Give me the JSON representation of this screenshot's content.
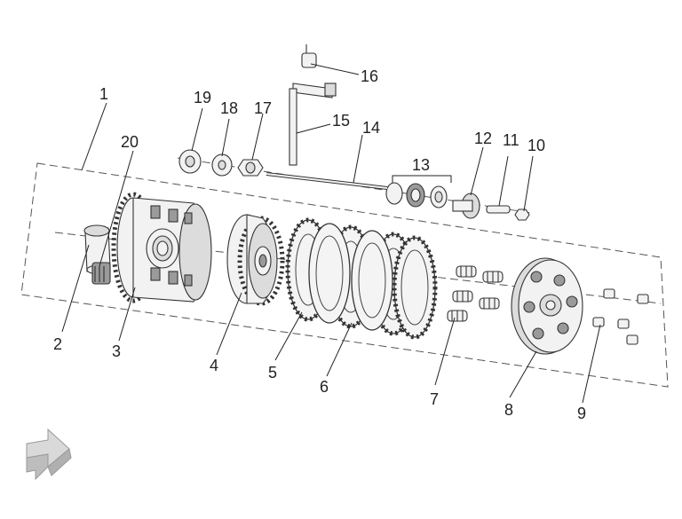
{
  "diagram": {
    "callouts": [
      {
        "id": "1",
        "label": "1"
      },
      {
        "id": "2",
        "label": "2"
      },
      {
        "id": "3",
        "label": "3"
      },
      {
        "id": "4",
        "label": "4"
      },
      {
        "id": "5",
        "label": "5"
      },
      {
        "id": "6",
        "label": "6"
      },
      {
        "id": "7",
        "label": "7"
      },
      {
        "id": "8",
        "label": "8"
      },
      {
        "id": "9",
        "label": "9"
      },
      {
        "id": "10",
        "label": "10"
      },
      {
        "id": "11",
        "label": "11"
      },
      {
        "id": "12",
        "label": "12"
      },
      {
        "id": "13",
        "label": "13"
      },
      {
        "id": "14",
        "label": "14"
      },
      {
        "id": "15",
        "label": "15"
      },
      {
        "id": "16",
        "label": "16"
      },
      {
        "id": "17",
        "label": "17"
      },
      {
        "id": "18",
        "label": "18"
      },
      {
        "id": "19",
        "label": "19"
      },
      {
        "id": "20",
        "label": "20"
      }
    ],
    "parts": [
      {
        "id": "1",
        "icon": "assembly-boundary-icon"
      },
      {
        "id": "2",
        "icon": "bushing-icon"
      },
      {
        "id": "3",
        "icon": "clutch-basket-icon"
      },
      {
        "id": "4",
        "icon": "clutch-hub-icon"
      },
      {
        "id": "5",
        "icon": "friction-plate-icon"
      },
      {
        "id": "6",
        "icon": "steel-plate-icon"
      },
      {
        "id": "7",
        "icon": "clutch-spring-icon"
      },
      {
        "id": "8",
        "icon": "pressure-plate-icon"
      },
      {
        "id": "9",
        "icon": "bolt-icon"
      },
      {
        "id": "10",
        "icon": "nut-icon"
      },
      {
        "id": "11",
        "icon": "adjuster-screw-icon"
      },
      {
        "id": "12",
        "icon": "pushrod-cup-icon"
      },
      {
        "id": "13",
        "icon": "thrust-bearing-icon"
      },
      {
        "id": "14",
        "icon": "pushrod-icon"
      },
      {
        "id": "15",
        "icon": "release-shaft-icon"
      },
      {
        "id": "16",
        "icon": "return-spring-icon"
      },
      {
        "id": "17",
        "icon": "hub-nut-icon"
      },
      {
        "id": "18",
        "icon": "lock-washer-icon"
      },
      {
        "id": "19",
        "icon": "thrust-washer-icon"
      },
      {
        "id": "20",
        "icon": "primary-gear-icon"
      }
    ],
    "orientation_icon": "direction-arrow-icon",
    "colors": {
      "line": "#333333",
      "fill_light": "#f2f2f2",
      "fill_mid": "#dcdcdc",
      "fill_dark": "#9a9a9a",
      "background": "#ffffff"
    }
  }
}
